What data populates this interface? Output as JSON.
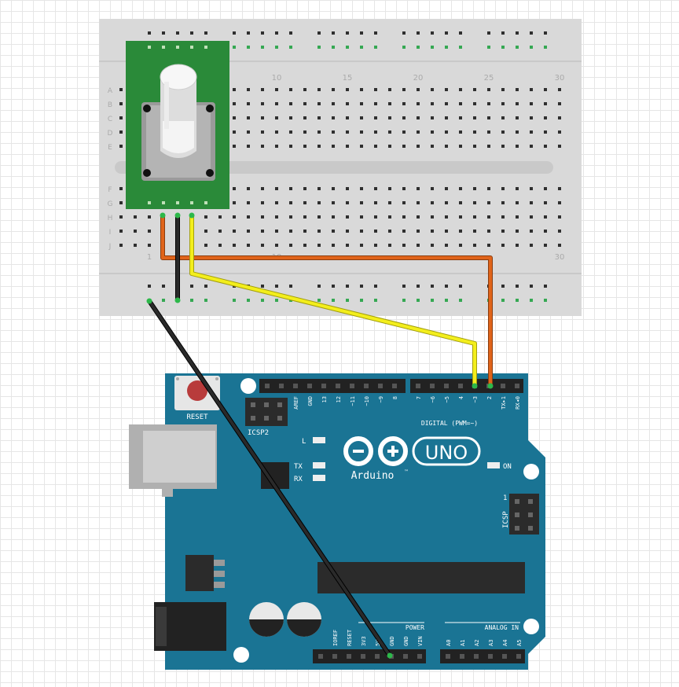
{
  "breadboard": {
    "top_numbers": [
      "10",
      "15",
      "20",
      "25",
      "30"
    ],
    "bottom_numbers": [
      "1",
      "10",
      "30"
    ],
    "rows_top": [
      "A",
      "B",
      "C",
      "D",
      "E"
    ],
    "rows_bottom": [
      "F",
      "G",
      "H",
      "I",
      "J"
    ]
  },
  "arduino": {
    "reset_label": "RESET",
    "icsp2_label": "ICSP2",
    "icsp_label": "ICSP",
    "icsp_pin1": "1",
    "digital_label": "DIGITAL (PWM=~)",
    "digital_left_pins": [
      "AREF",
      "GND",
      "13",
      "12",
      "~11",
      "~10",
      "~9",
      "8"
    ],
    "digital_right_pins": [
      "7",
      "~6",
      "~5",
      "4",
      "~3",
      "2",
      "TX▸1",
      "RX◂0"
    ],
    "led_l": "L",
    "led_tx": "TX",
    "led_rx": "RX",
    "on_label": "ON",
    "logo_text": "UNO",
    "brand": "Arduino",
    "brand_tm": "™",
    "power_label": "POWER",
    "power_pins": [
      "IOREF",
      "RESET",
      "3V3",
      "5V",
      "GND",
      "GND",
      "VIN"
    ],
    "analog_label": "ANALOG IN",
    "analog_pins": [
      "A0",
      "A1",
      "A2",
      "A3",
      "A4",
      "A5"
    ]
  },
  "colors": {
    "board": "#1a7494",
    "breadboard": "#d9d9d9",
    "module": "#2a8a39",
    "wire_orange": "#e0641a",
    "wire_yellow": "#f3ee1c",
    "wire_black": "#222222"
  }
}
